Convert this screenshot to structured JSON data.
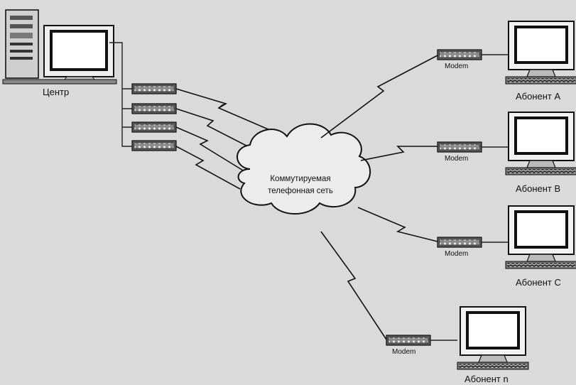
{
  "labels": {
    "center": "Центр",
    "network_line1": "Коммутируемая",
    "network_line2": "телефонная сеть",
    "modem": "Modem",
    "subscriber_a": "Абонент A",
    "subscriber_b": "Абонент B",
    "subscriber_c": "Абонент C",
    "subscriber_n": "Абонент n"
  }
}
